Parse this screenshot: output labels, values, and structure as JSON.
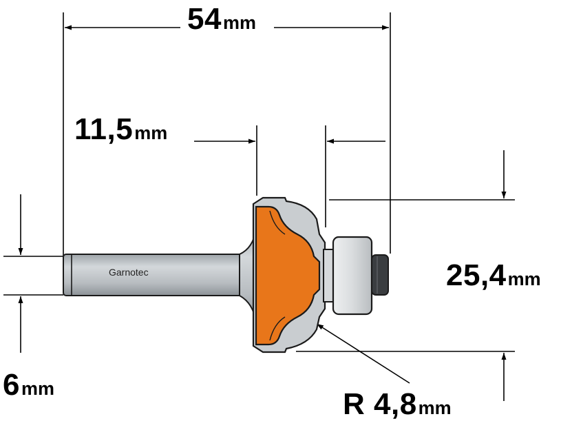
{
  "brand_label": "Garnotec",
  "dimensions": {
    "total_length": {
      "value": "54",
      "unit": "mm"
    },
    "shank_exposed": {
      "value": "11,5",
      "unit": "mm"
    },
    "cutting_diameter": {
      "value": "25,4",
      "unit": "mm"
    },
    "shank_diameter": {
      "value": "6",
      "unit": "mm"
    },
    "radius": {
      "value": "R 4,8",
      "unit": "mm"
    }
  },
  "colors": {
    "cutter_body": "#e8761a",
    "carbide": "#c9cdd0",
    "shank": "#b9bfc4",
    "outline": "#1a1a1a",
    "bearing_core": "#3a3d40"
  }
}
